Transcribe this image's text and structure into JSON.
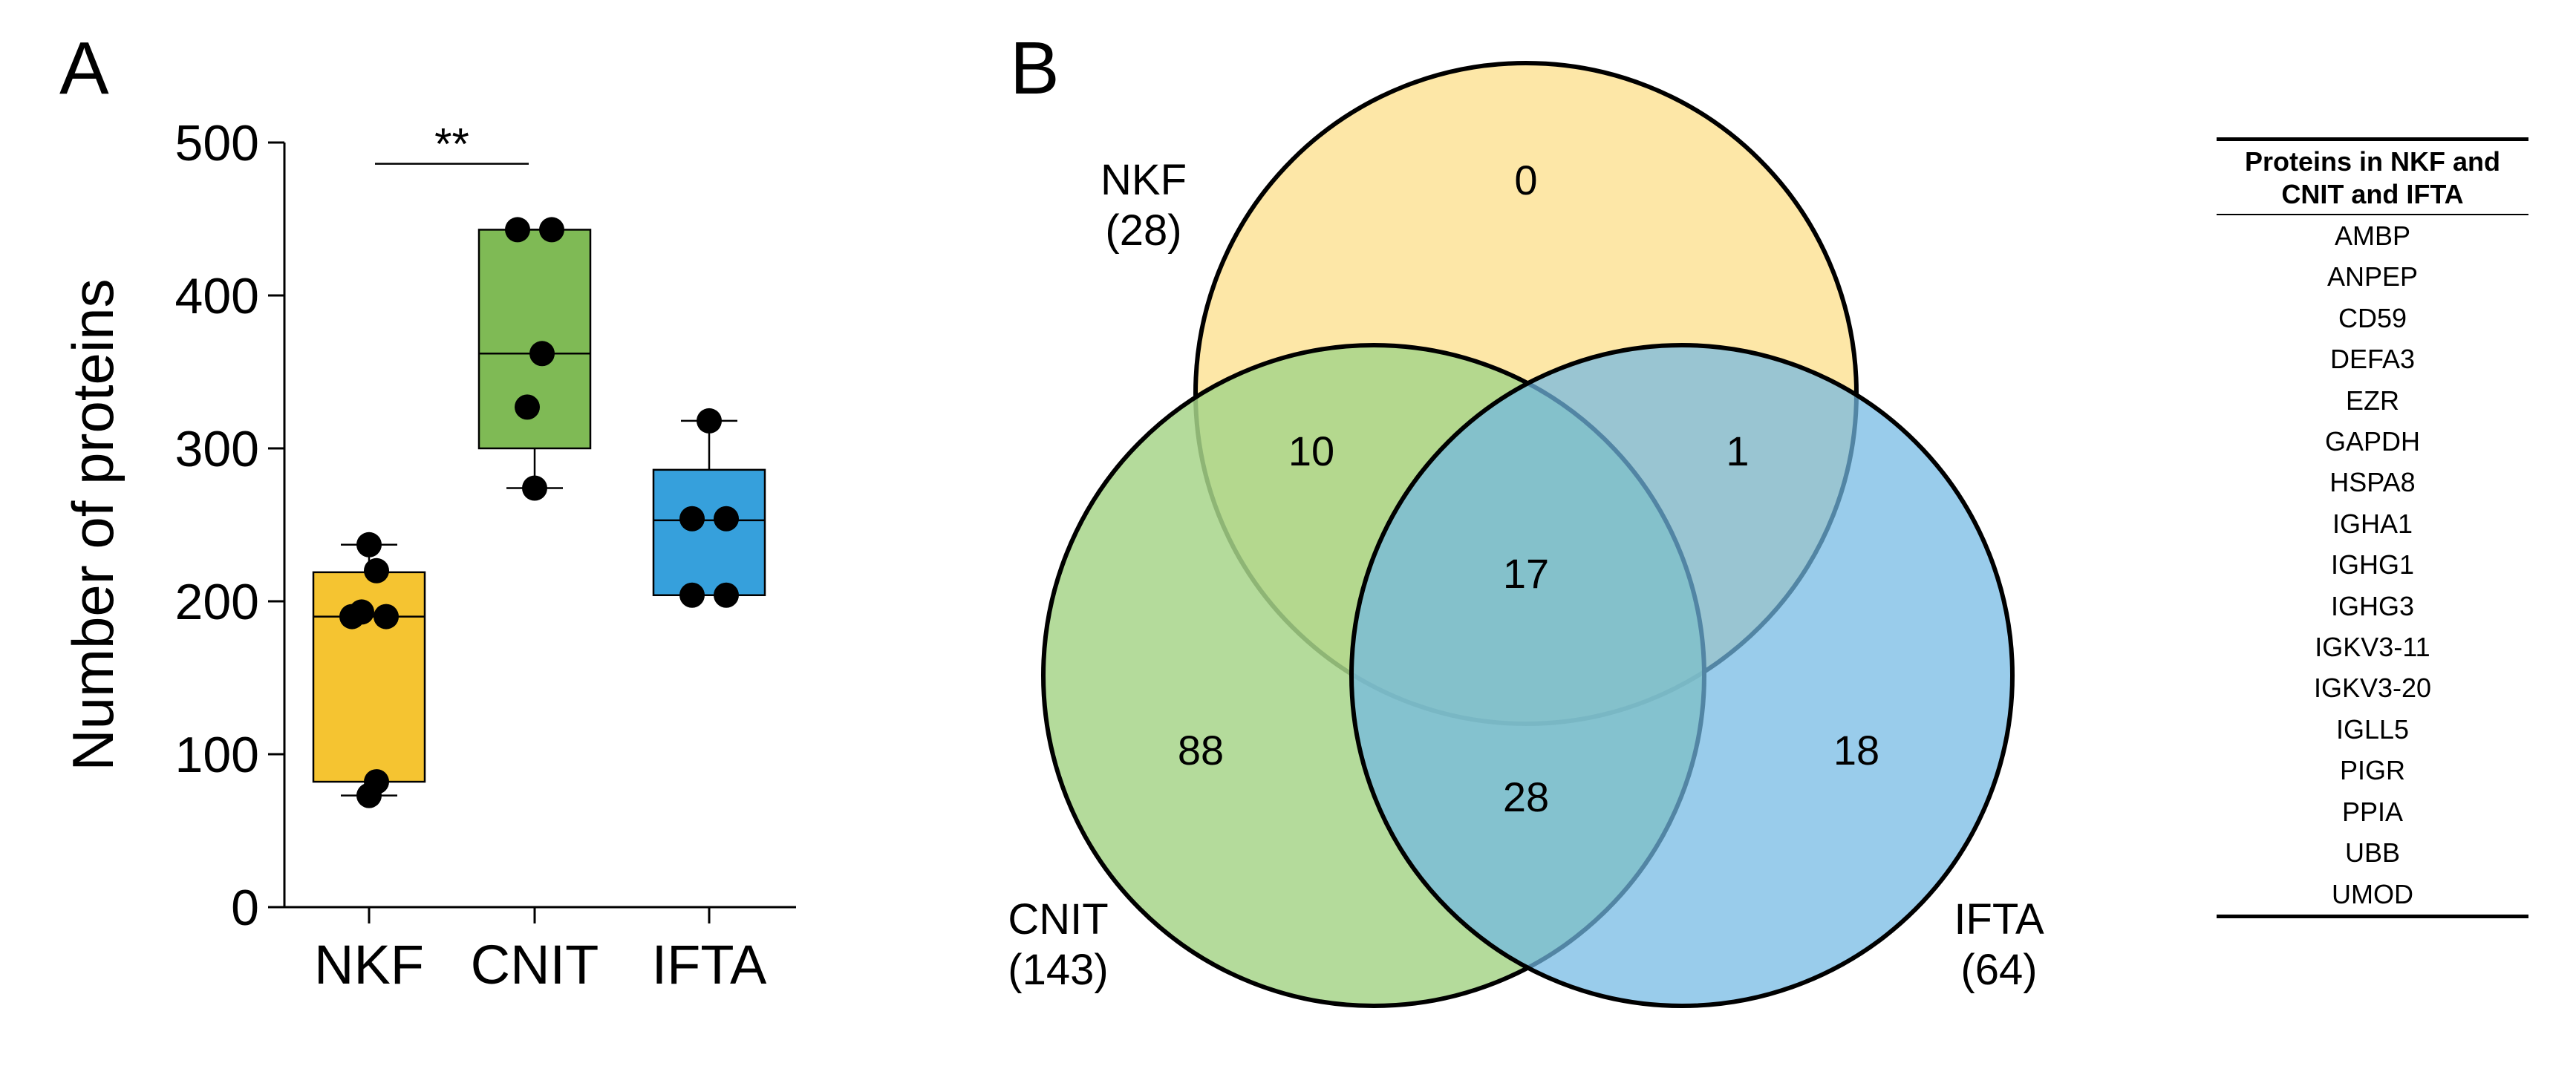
{
  "chart_data": [
    {
      "type": "box",
      "panel_label": "A",
      "ylabel": "Number of proteins",
      "ylim": [
        0,
        500
      ],
      "yticks": [
        0,
        100,
        200,
        300,
        400,
        500
      ],
      "categories": [
        "NKF",
        "CNIT",
        "IFTA"
      ],
      "colors": [
        "#f5c431",
        "#7fba55",
        "#36a0dc"
      ],
      "boxes": [
        {
          "name": "NKF",
          "q1": 82,
          "median": 190,
          "q3": 219,
          "whisker_low": 73,
          "whisker_high": 237,
          "points": [
            237,
            220,
            193,
            190,
            190,
            82,
            73
          ]
        },
        {
          "name": "CNIT",
          "q1": 300,
          "median": 362,
          "q3": 443,
          "whisker_low": 274,
          "whisker_high": 443,
          "points": [
            443,
            443,
            362,
            327,
            274
          ]
        },
        {
          "name": "IFTA",
          "q1": 204,
          "median": 253,
          "q3": 286,
          "whisker_low": 204,
          "whisker_high": 318,
          "points": [
            318,
            254,
            254,
            204,
            204
          ]
        }
      ],
      "significance": {
        "from": "NKF",
        "to": "CNIT",
        "label": "**",
        "y": 490
      }
    },
    {
      "type": "venn",
      "panel_label": "B",
      "sets": [
        {
          "name": "NKF",
          "total": "(28)",
          "color": "#fde7a7"
        },
        {
          "name": "CNIT",
          "total": "(143)",
          "color": "#a7d58a"
        },
        {
          "name": "IFTA",
          "total": "(64)",
          "color": "#72b8e3"
        }
      ],
      "regions": [
        {
          "sets": [
            "NKF"
          ],
          "value": 0
        },
        {
          "sets": [
            "NKF",
            "CNIT"
          ],
          "value": 10
        },
        {
          "sets": [
            "NKF",
            "IFTA"
          ],
          "value": 1
        },
        {
          "sets": [
            "NKF",
            "CNIT",
            "IFTA"
          ],
          "value": 17
        },
        {
          "sets": [
            "CNIT"
          ],
          "value": 88
        },
        {
          "sets": [
            "CNIT",
            "IFTA"
          ],
          "value": 28
        },
        {
          "sets": [
            "IFTA"
          ],
          "value": 18
        }
      ]
    },
    {
      "type": "table",
      "header": [
        "Proteins in NKF and",
        "CNIT and IFTA"
      ],
      "rows": [
        "AMBP",
        "ANPEP",
        "CD59",
        "DEFA3",
        "EZR",
        "GAPDH",
        "HSPA8",
        "IGHA1",
        "IGHG1",
        "IGHG3",
        "IGKV3-11",
        "IGKV3-20",
        "IGLL5",
        "PIGR",
        "PPIA",
        "UBB",
        "UMOD"
      ]
    }
  ]
}
